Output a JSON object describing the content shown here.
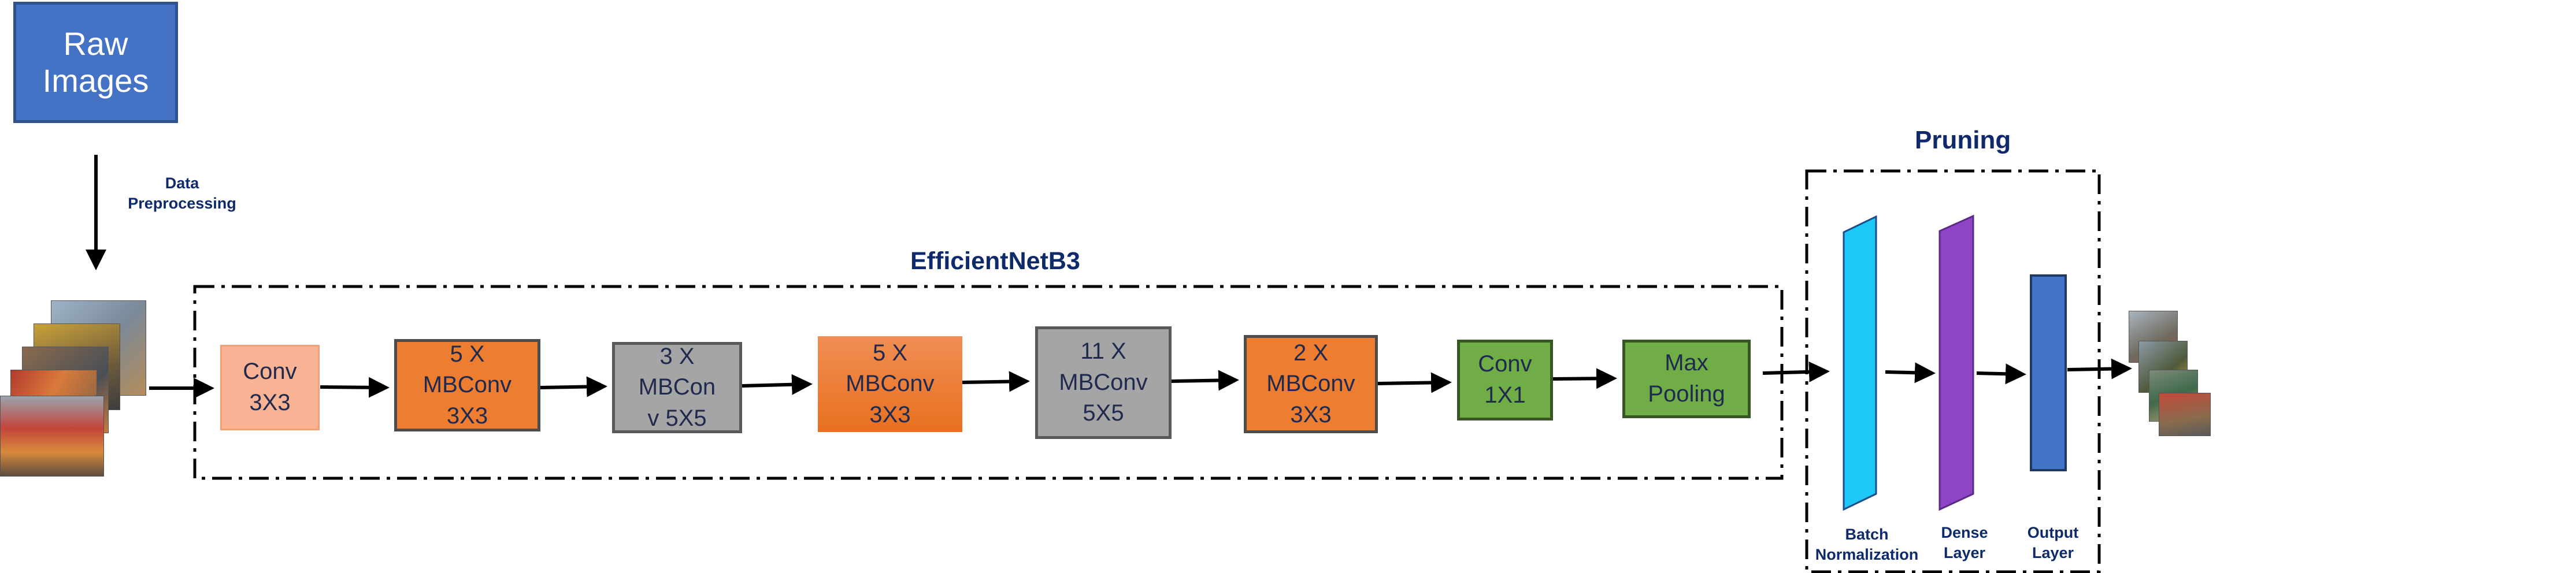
{
  "input": {
    "label": "Raw\nImages"
  },
  "preprocessing": {
    "label": "Data\nPreprocessing"
  },
  "efficientnet": {
    "title": "EfficientNetB3",
    "blocks": [
      {
        "label": "Conv\n3X3"
      },
      {
        "label": "5 X\nMBConv\n3X3"
      },
      {
        "label": "3 X\nMBCon\nv 5X5"
      },
      {
        "label": "5 X\nMBConv\n3X3"
      },
      {
        "label": "11 X\nMBConv\n5X5"
      },
      {
        "label": "2 X\nMBConv\n3X3"
      },
      {
        "label": "Conv\n1X1"
      },
      {
        "label": "Max\nPooling"
      }
    ]
  },
  "pruning": {
    "title": "Pruning",
    "layers": [
      {
        "label": "Batch\nNormalization",
        "color": "#1ec8f5"
      },
      {
        "label": "Dense\nLayer",
        "color": "#8e44c4"
      },
      {
        "label": "Output\nLayer",
        "color": "#4472c4"
      }
    ]
  },
  "colors": {
    "navy_text": "#0e2a6a",
    "raw_box": "#4472c4",
    "conv_light": "#f8b294",
    "mbconv_orange": "#ed7d31",
    "mbconv_gray": "#a5a5a5",
    "green": "#70ad47"
  }
}
